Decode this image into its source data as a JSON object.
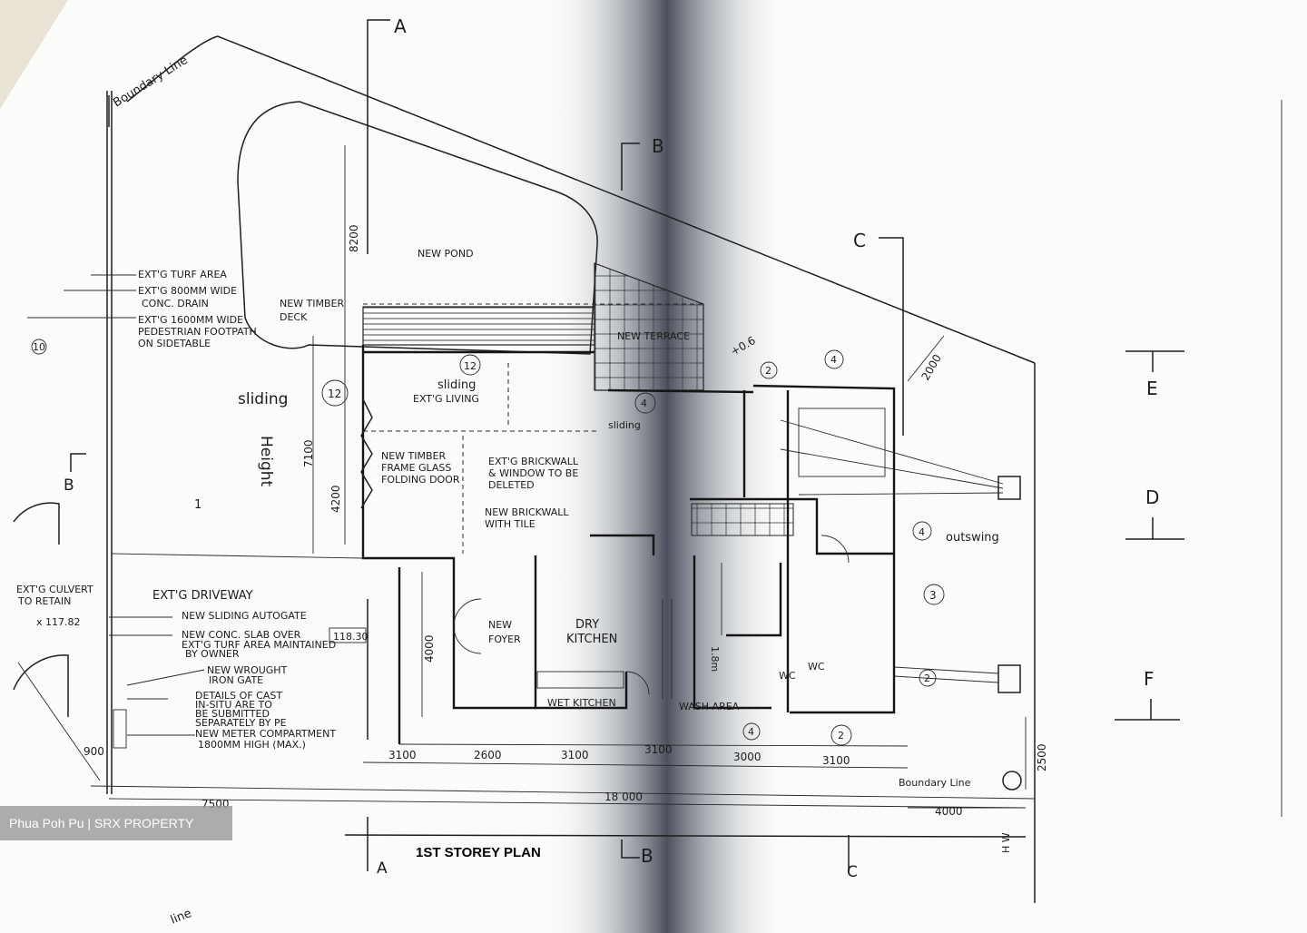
{
  "plan_title": "1ST STOREY PLAN",
  "watermark": "Phua Poh Pu | SRX PROPERTY",
  "sections": {
    "a_top": "A",
    "b_top": "B",
    "c_top": "C",
    "a_bottom": "A",
    "b_bottom": "B",
    "c_bottom": "C",
    "b_left": "B",
    "e": "E",
    "d": "D",
    "f": "F"
  },
  "boundary": {
    "top": "Boundary Line",
    "bottom": "Boundary Line",
    "bottom_left": "line"
  },
  "areas": {
    "new_pond": "NEW POND",
    "new_timber_deck_1": "NEW TIMBER",
    "new_timber_deck_2": "DECK",
    "new_terrace": "NEW TERRACE",
    "extg_living": "EXT'G LIVING",
    "sliding_left": "sliding",
    "sliding_living": "sliding",
    "sliding_terrace": "sliding",
    "height_note": "Height",
    "new_foyer_1": "NEW",
    "new_foyer_2": "FOYER",
    "dry_kitchen_1": "DRY",
    "dry_kitchen_2": "KITCHEN",
    "wet_kitchen": "WET KITCHEN",
    "wash_area": "WASH AREA",
    "wc_1": "WC",
    "wc_2": "WC",
    "outswing": "outswing",
    "height_18": "1.8m"
  },
  "notes": {
    "turf": "EXT'G TURF AREA",
    "drain_1": "EXT'G 800MM WIDE",
    "drain_2": "CONC. DRAIN",
    "footpath_1": "EXT'G 1600MM WIDE",
    "footpath_2": "PEDESTRIAN FOOTPATH",
    "footpath_3": "ON SIDETABLE",
    "folding_1": "NEW TIMBER",
    "folding_2": "FRAME GLASS",
    "folding_3": "FOLDING DOOR",
    "brickwall_1": "EXT'G BRICKWALL",
    "brickwall_2": "& WINDOW TO BE",
    "brickwall_3": "DELETED",
    "newbrick_1": "NEW BRICKWALL",
    "newbrick_2": "WITH TILE",
    "culvert_1": "EXT'G CULVERT",
    "culvert_2": "TO RETAIN",
    "level_1": "x 117.82",
    "level_2": "118.30",
    "driveway": "EXT'G DRIVEWAY",
    "autogate": "NEW SLIDING AUTOGATE",
    "slab_1": "NEW CONC. SLAB OVER",
    "slab_2": "EXT'G TURF AREA MAINTAINED",
    "slab_3": "BY OWNER",
    "gate_1": "NEW WROUGHT",
    "gate_2": "IRON GATE",
    "cast_1": "DETAILS OF CAST",
    "cast_2": "IN-SITU ARE TO",
    "cast_3": "BE SUBMITTED",
    "cast_4": "SEPARATELY BY PE",
    "meter_1": "NEW METER COMPARTMENT",
    "meter_2": "1800MM HIGH (MAX.)",
    "hw": "H W"
  },
  "dimensions": {
    "d8200": "8200",
    "d7100": "7100",
    "d4200": "4200",
    "d4000": "4000",
    "d2000": "2000",
    "d2500": "2500",
    "d900": "900",
    "d3100a": "3100",
    "d2600": "2600",
    "d3100b": "3100",
    "d3100c": "3100",
    "d3000": "3000",
    "d3100d": "3100",
    "d7500": "7500",
    "d18000": "18 000",
    "d4000b": "4000",
    "d0_6": "+0.6"
  },
  "markers": {
    "m12a": "12",
    "m12b": "12",
    "m1": "1",
    "m2a": "2",
    "m2b": "2",
    "m2c": "2",
    "m3": "3",
    "m4a": "4",
    "m4b": "4",
    "m4c": "4",
    "m4d": "4",
    "m10": "10"
  }
}
